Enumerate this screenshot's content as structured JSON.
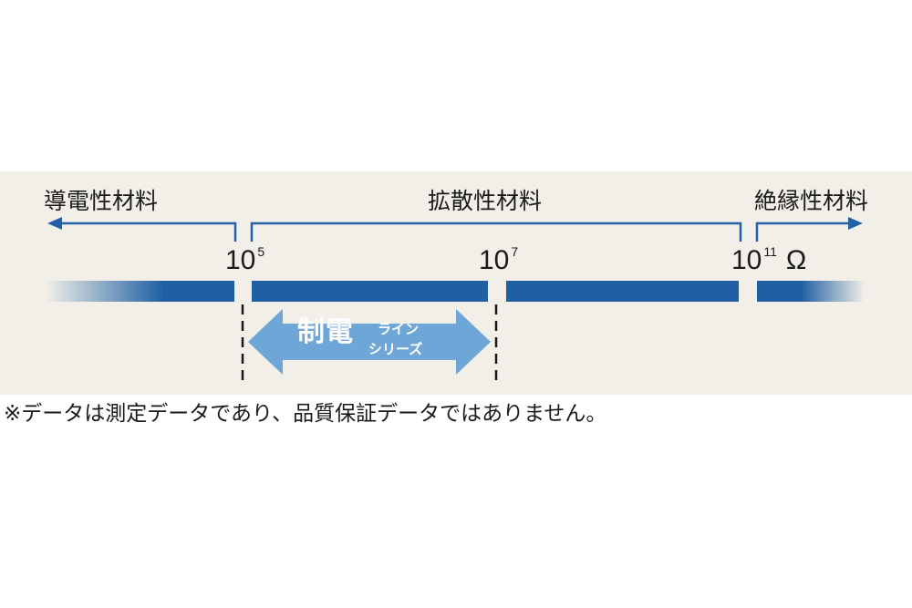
{
  "categories": {
    "conductive": "導電性材料",
    "dissipative": "拡散性材料",
    "insulating": "絶縁性材料"
  },
  "values": {
    "v1": {
      "base": "10",
      "exp": "5"
    },
    "v2": {
      "base": "10",
      "exp": "7"
    },
    "v3": {
      "base": "10",
      "exp": "11"
    },
    "unit": "Ω"
  },
  "badge": {
    "main": "制電",
    "sub_line1": "ライン",
    "sub_line2": "シリーズ"
  },
  "note": "※データは測定データであり、品質保証データではありません。",
  "colors": {
    "bar": "#1f5fa3",
    "arrow": "#6fa6d8",
    "bracket": "#2460a6",
    "panel": "#f2efe8"
  }
}
